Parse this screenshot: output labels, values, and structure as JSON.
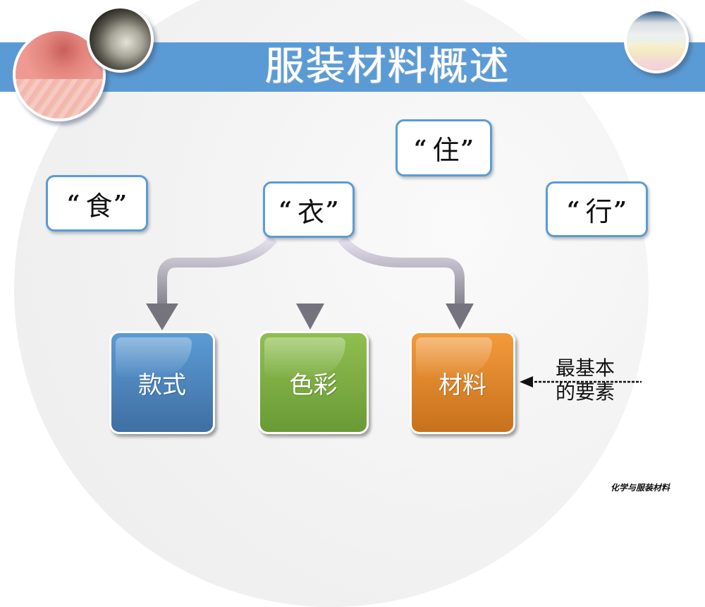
{
  "header": {
    "title": "服装材料概述",
    "band_color": "#5b9bd5"
  },
  "images": [
    {
      "name": "pink-striped-fabric-photo"
    },
    {
      "name": "cotton-fiber-photo"
    },
    {
      "name": "folded-towels-photo"
    }
  ],
  "needs": [
    {
      "id": "food",
      "open_quote": "“",
      "char": "食",
      "close_quote": "”"
    },
    {
      "id": "clothing",
      "open_quote": "“",
      "char": "衣",
      "close_quote": "”"
    },
    {
      "id": "housing",
      "open_quote": "“",
      "char": "住",
      "close_quote": "”"
    },
    {
      "id": "travel",
      "open_quote": "“",
      "char": "行",
      "close_quote": "”"
    }
  ],
  "elements": [
    {
      "label": "款式",
      "color": "#4a82bf"
    },
    {
      "label": "色彩",
      "color": "#7fac45"
    },
    {
      "label": "材料",
      "color": "#e0882a"
    }
  ],
  "annotation": {
    "line1": "最基本",
    "line2": "的要素"
  },
  "footer": {
    "text": "化学与服装材料"
  }
}
